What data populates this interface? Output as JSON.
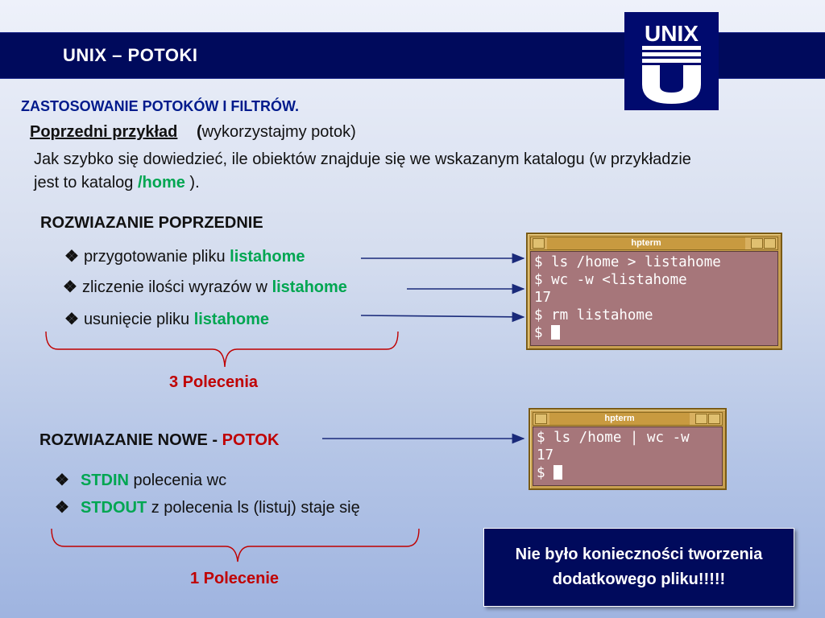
{
  "header": {
    "title": "UNIX – POTOKI"
  },
  "logo": {
    "text": "UNIX"
  },
  "subtitle": "ZASTOSOWANIE POTOKÓW I FILTRÓW.",
  "previous": {
    "label": "Poprzedni przykład",
    "paren_open": "(",
    "note": "wykorzystajmy potok)"
  },
  "paragraph": {
    "line1": "Jak szybko się dowiedzieć, ile obiektów znajduje się we wskazanym katalogu (w przykładzie",
    "line2_prefix": "jest to katalog ",
    "dir": "/home",
    "line2_suffix": "  )."
  },
  "old_solution": {
    "heading": "ROZWIAZANIE  POPRZEDNIE",
    "bullets": [
      {
        "text": "przygotowanie pliku ",
        "file": "listahome"
      },
      {
        "text": "zliczenie ilości wyrazów w ",
        "file": "listahome"
      },
      {
        "text": "usunięcie pliku ",
        "file": "listahome"
      }
    ],
    "count": "3 Polecenia"
  },
  "terminal1": {
    "title": "hpterm",
    "lines": [
      "$ ls /home > listahome",
      "$ wc -w <listahome",
      "17",
      "$ rm listahome",
      "$ "
    ]
  },
  "new_solution": {
    "heading_prefix": "ROZWIAZANIE  NOWE - ",
    "heading_highlight": "POTOK",
    "bullets": [
      {
        "keyword": "STDIN",
        "text": " polecenia wc"
      },
      {
        "keyword": "STDOUT",
        "text": " z polecenia ls (listuj) staje się"
      }
    ],
    "count": "1 Polecenie"
  },
  "terminal2": {
    "title": "hpterm",
    "lines": [
      "$ ls /home | wc -w",
      "17",
      "$ "
    ]
  },
  "notice": {
    "line1": "Nie było konieczności tworzenia",
    "line2": "dodatkowego pliku!!!!!"
  },
  "colors": {
    "header_bg": "#000a5c",
    "keyword_green": "#00a651",
    "accent_red": "#c00000",
    "arrow_blue": "#1a2a7a",
    "terminal_screen": "#a6767a",
    "terminal_frame": "#c8a050"
  }
}
